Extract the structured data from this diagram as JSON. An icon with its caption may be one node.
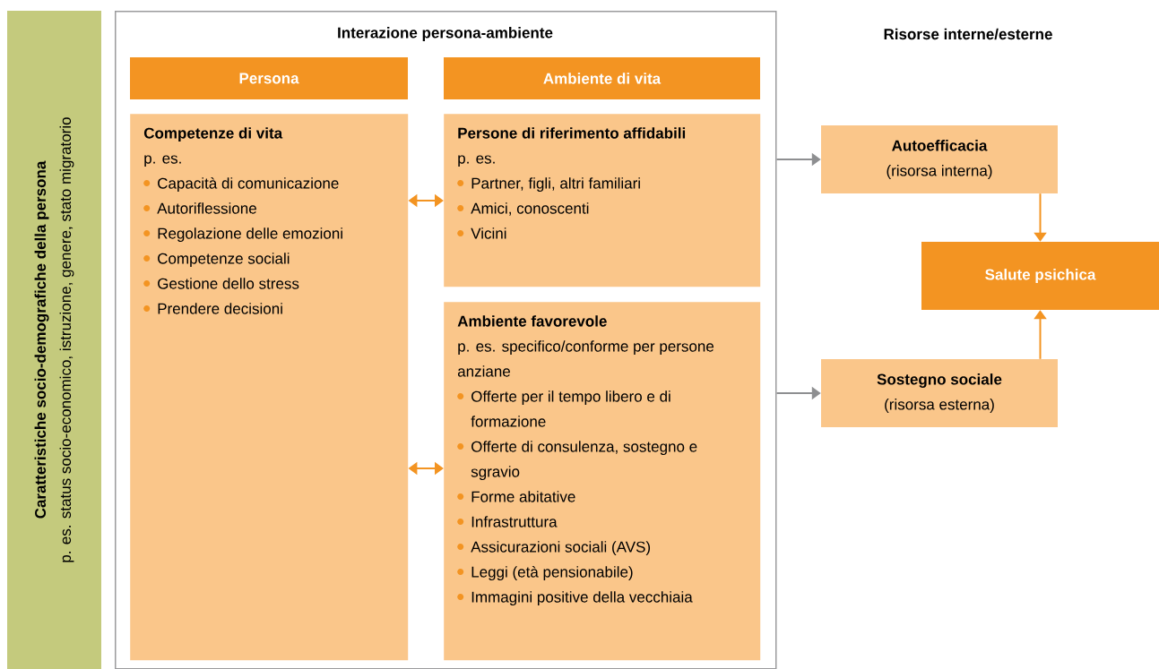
{
  "diagram": {
    "nodes": [
      {
        "text": [
          "Caratteristiche socio-demografiche della persona",
          "p. es. status socio-economico, istruzione, genere, stato migratorio"
        ]
      },
      {
        "text": [
          "Interazione persona-ambiente"
        ]
      },
      {
        "text": [
          "Persona"
        ],
        "in": 1
      },
      {
        "text": [
          "Ambiente di vita"
        ],
        "in": 1
      },
      {
        "text": [
          "Competenze di vita",
          "p. es.",
          "Capacità di comunicazione",
          "Autoriflessione",
          "Regolazione delle emozioni",
          "Competenze sociali",
          "Gestione dello stress",
          "Prendere decisioni"
        ],
        "in": 1
      },
      {
        "text": [
          "Persone di riferimento affidabili",
          "p. es.",
          "Partner, figli, altri familiari",
          "Amici, conoscenti",
          "Vicini"
        ],
        "in": 1
      },
      {
        "text": [
          "Ambiente favorevole",
          "p. es. specifico/conforme per persone anziane",
          "Offerte per il tempo libero e di formazione",
          "Offerte di consulenza, sostegno e sgravio",
          "Forme abitative",
          "Infrastruttura",
          "Assicurazioni sociali (AVS)",
          "Leggi (età pensionabile)",
          "Immagini positive della vecchiaia"
        ],
        "in": 1
      },
      {
        "text": [
          "Autoefficacia",
          "(risorsa interna)"
        ]
      },
      {
        "text": [
          "Salute psichica"
        ]
      },
      {
        "text": [
          "Sostegno sociale",
          "(risorsa esterna)"
        ]
      }
    ],
    "edges": [
      {
        "from": 4,
        "to": 5,
        "arrow": "both"
      },
      {
        "from": 4,
        "to": 6,
        "arrow": "both"
      },
      {
        "from": 1,
        "to": 7,
        "arrow": "to",
        "color": "#8e8f91"
      },
      {
        "from": 1,
        "to": 9,
        "arrow": "to",
        "color": "#8e8f91"
      },
      {
        "from": 7,
        "to": 8,
        "arrow": "to"
      },
      {
        "from": 9,
        "to": 8,
        "arrow": "to"
      }
    ],
    "labels": [
      "Risorse interne/esterne"
    ]
  }
}
